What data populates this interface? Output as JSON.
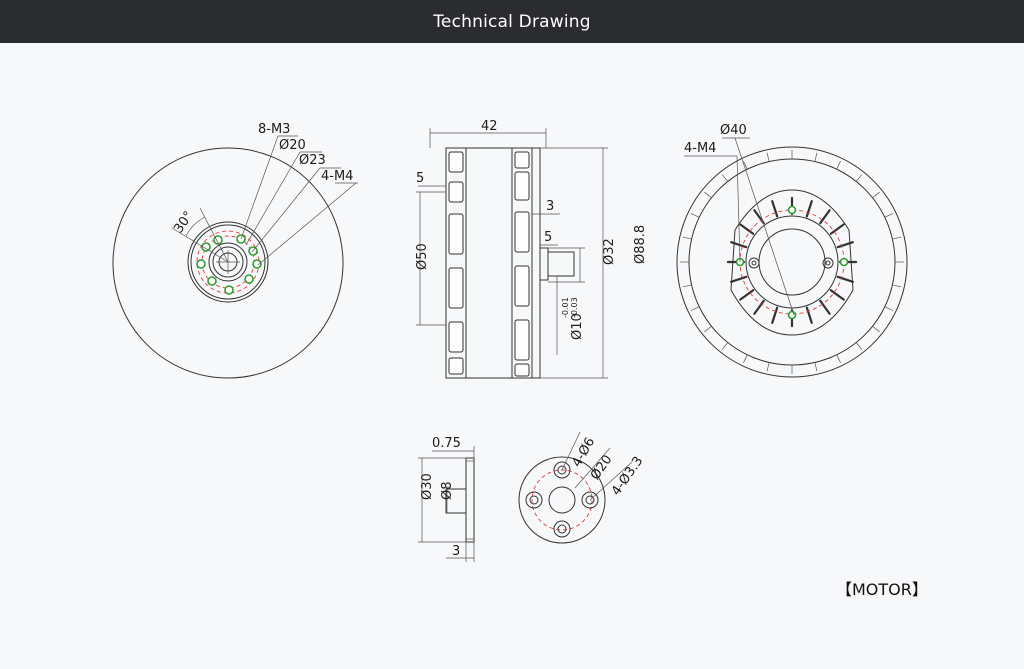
{
  "header": {
    "title": "Technical Drawing"
  },
  "drawing": {
    "front": {
      "bolt_pattern": "8-M3",
      "d20": "Ø20",
      "d23": "Ø23",
      "m4": "4-M4",
      "angle": "30°"
    },
    "side": {
      "width": "42",
      "flange": "5",
      "dia50": "Ø50",
      "shaft_step": "3",
      "shaft_len": "5",
      "dia32": "Ø32",
      "dia88": "Ø88.8",
      "shaft_dia": "Ø10",
      "tol_upper": "-0.01",
      "tol_lower": "-0.03"
    },
    "rear": {
      "dia40": "Ø40",
      "m4": "4-M4"
    },
    "adapter_side": {
      "thickness": "0.75",
      "dia30": "Ø30",
      "dia8": "Ø8",
      "height": "3"
    },
    "adapter_front": {
      "holes6": "4-Ø6",
      "d20": "Ø20",
      "holes33": "4-Ø3.3"
    },
    "label": "【MOTOR】"
  },
  "colors": {
    "header_bg": "#2b2c2f",
    "background": "#f7f8fa",
    "green_marks": "#2f9e2f",
    "red_dashes": "#e53935"
  }
}
